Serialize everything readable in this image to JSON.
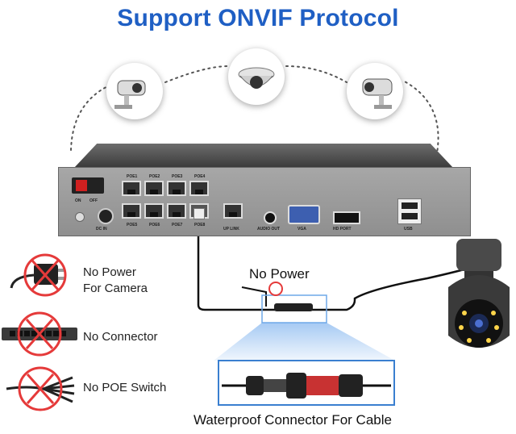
{
  "title": {
    "part1": "Support ",
    "part2": "ONVIF",
    "part3": " Protocol"
  },
  "nvr": {
    "switch_on": "ON",
    "switch_off": "OFF",
    "dc_in": "DC IN",
    "poe_top": [
      "POE1",
      "POE2",
      "POE3",
      "POE4"
    ],
    "poe_bottom": [
      "POE5",
      "POE6",
      "POE7",
      "POE8"
    ],
    "uplink": "UP LINK",
    "audio_out": "AUDIO OUT",
    "vga": "VGA",
    "hd_port": "HD PORT",
    "usb": "USB"
  },
  "no_power_label": "No Power",
  "bullets": [
    {
      "text_line1": "No Power",
      "text_line2": "For Camera",
      "icon": "power-adapter-icon"
    },
    {
      "text_line1": "No Connector",
      "text_line2": "",
      "icon": "network-switch-icon"
    },
    {
      "text_line1": "No POE Switch",
      "text_line2": "",
      "icon": "splitter-cable-icon"
    }
  ],
  "caption": "Waterproof Connector For Cable",
  "colors": {
    "title_blue": "#1f5fc4",
    "cross_red": "#e53a3a",
    "highlight_blue": "#6fa8e8"
  }
}
